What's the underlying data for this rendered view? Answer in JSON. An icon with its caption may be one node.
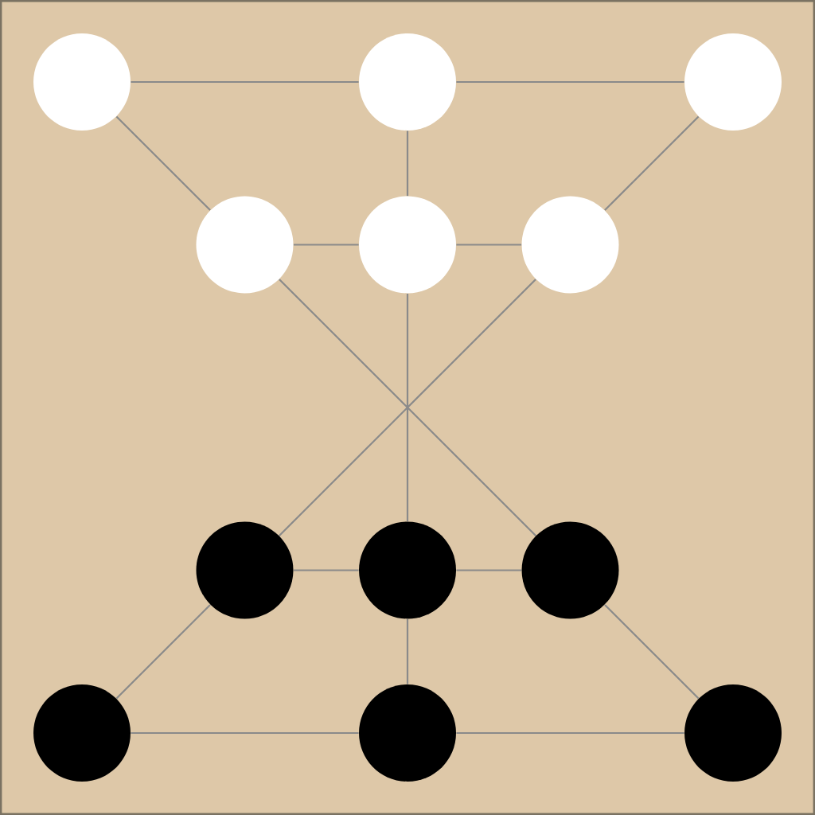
{
  "diagram": {
    "nodes": [
      {
        "text": [],
        "shape": "circle"
      },
      {
        "text": [],
        "shape": "circle"
      },
      {
        "text": [],
        "shape": "circle"
      },
      {
        "text": [],
        "shape": "circle"
      },
      {
        "text": [],
        "shape": "circle"
      },
      {
        "text": [],
        "shape": "circle"
      },
      {
        "text": [],
        "shape": "circle"
      },
      {
        "text": [],
        "shape": "circle"
      },
      {
        "text": [],
        "shape": "circle"
      },
      {
        "text": [],
        "shape": "circle"
      },
      {
        "text": [],
        "shape": "circle"
      },
      {
        "text": [],
        "shape": "circle"
      }
    ],
    "edges": [
      {
        "from": 0,
        "to": 1,
        "arrow": "none"
      },
      {
        "from": 1,
        "to": 2,
        "arrow": "none"
      },
      {
        "from": 0,
        "to": 3,
        "arrow": "none"
      },
      {
        "from": 1,
        "to": 4,
        "arrow": "none"
      },
      {
        "from": 2,
        "to": 5,
        "arrow": "none"
      },
      {
        "from": 3,
        "to": 4,
        "arrow": "none"
      },
      {
        "from": 4,
        "to": 5,
        "arrow": "none"
      },
      {
        "from": 3,
        "to": 8,
        "arrow": "none"
      },
      {
        "from": 4,
        "to": 7,
        "arrow": "none"
      },
      {
        "from": 5,
        "to": 6,
        "arrow": "none"
      },
      {
        "from": 6,
        "to": 7,
        "arrow": "none"
      },
      {
        "from": 7,
        "to": 8,
        "arrow": "none"
      },
      {
        "from": 6,
        "to": 9,
        "arrow": "none"
      },
      {
        "from": 7,
        "to": 10,
        "arrow": "none"
      },
      {
        "from": 8,
        "to": 11,
        "arrow": "none"
      },
      {
        "from": 9,
        "to": 10,
        "arrow": "none"
      },
      {
        "from": 10,
        "to": 11,
        "arrow": "none"
      }
    ]
  }
}
